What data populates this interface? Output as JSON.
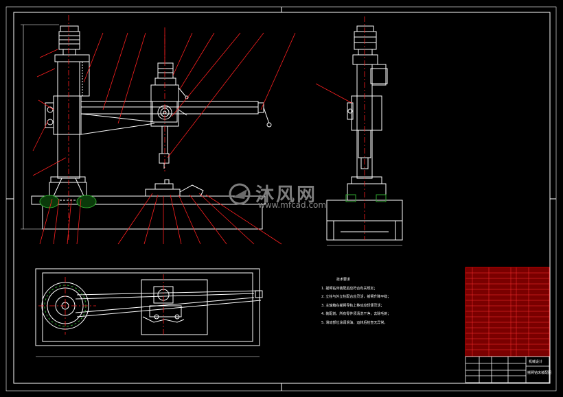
{
  "watermark": {
    "title": "沐风网",
    "url": "www.mfcad.com"
  },
  "notes": {
    "title": "技术要求",
    "lines": [
      "1. 摇臂钻床装配后应符合有关规定；",
      "2. 立柱与外立柱配合应灵活，摇臂升降平稳；",
      "3. 主轴箱在摇臂导轨上移动应轻便灵活；",
      "4. 装配前，所有零件须清洗干净，去除毛刺；",
      "5. 滑动部位涂润滑油，运转后检查无异常。"
    ]
  },
  "title_block": {
    "drawing_name": "摇臂钻床装配图",
    "note": "机械设计"
  },
  "colors": {
    "line": "#ffffff",
    "leader": "#ff2020",
    "center": "#ff2020",
    "hatch": "#2fa82f",
    "table": "#d10000"
  }
}
